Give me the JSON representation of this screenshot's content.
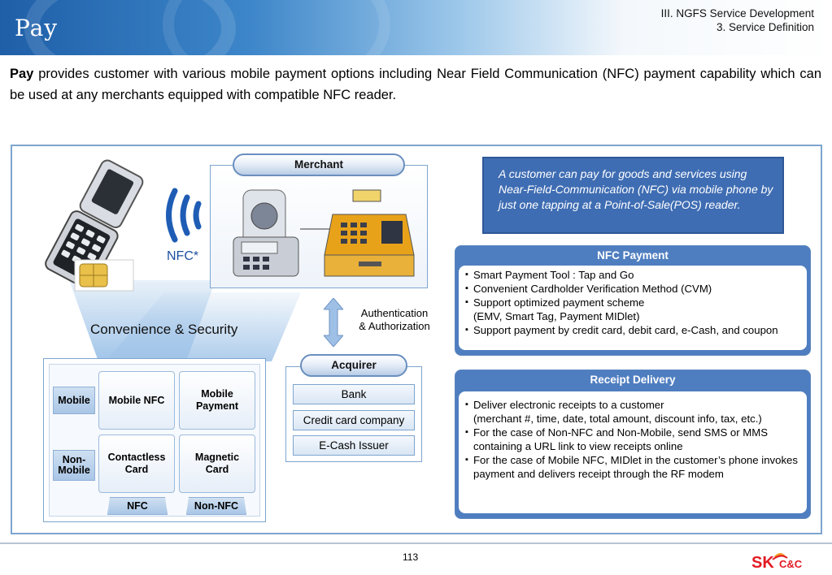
{
  "header": {
    "title": "Pay",
    "breadcrumb_line1": "III. NGFS Service Development",
    "breadcrumb_line2": "3. Service Definition"
  },
  "intro": {
    "bold": "Pay",
    "text": " provides customer with various mobile payment options including Near Field Communication (NFC) payment capability which can be used at any merchants equipped with compatible NFC reader."
  },
  "diagram": {
    "nfc_label": "NFC*",
    "convenience": "Convenience & Security",
    "merchant": "Merchant",
    "auth_line1": "Authentication",
    "auth_line2": "& Authorization",
    "acquirer": "Acquirer",
    "acquirer_items": [
      "Bank",
      "Credit card company",
      "E-Cash Issuer"
    ],
    "grid": {
      "row_labels": [
        "Mobile",
        "Non-\nMobile"
      ],
      "col_labels": [
        "NFC",
        "Non-NFC"
      ],
      "cells": [
        "Mobile NFC",
        "Mobile\nPayment",
        "Contactless\nCard",
        "Magnetic\nCard"
      ]
    }
  },
  "callout": "A customer can pay for goods and services using Near-Field-Communication (NFC) via mobile phone by just one tapping at a Point-of-Sale(POS) reader.",
  "nfc_panel": {
    "title": "NFC Payment",
    "items": [
      "Smart Payment Tool : Tap and Go",
      "Convenient Cardholder Verification Method (CVM)",
      "Support optimized payment scheme\n(EMV, Smart Tag, Payment MIDlet)",
      "Support payment by credit card, debit card, e-Cash, and coupon"
    ]
  },
  "receipt_panel": {
    "title": "Receipt Delivery",
    "items": [
      "Deliver electronic receipts to a customer\n(merchant #, time, date, total amount, discount info, tax, etc.)",
      "For the case of  Non-NFC and Non-Mobile, send SMS or MMS containing a URL link to view receipts online",
      "For the case of Mobile NFC, MIDlet in the customer’s phone invokes payment and delivers receipt through the RF modem"
    ]
  },
  "footer": {
    "page": "113",
    "logo_text": "SK C&C"
  },
  "colors": {
    "accent": "#4f7ec0",
    "frame": "#7ea5cf",
    "logo_red": "#e31b23",
    "logo_orange": "#f39a1e"
  }
}
